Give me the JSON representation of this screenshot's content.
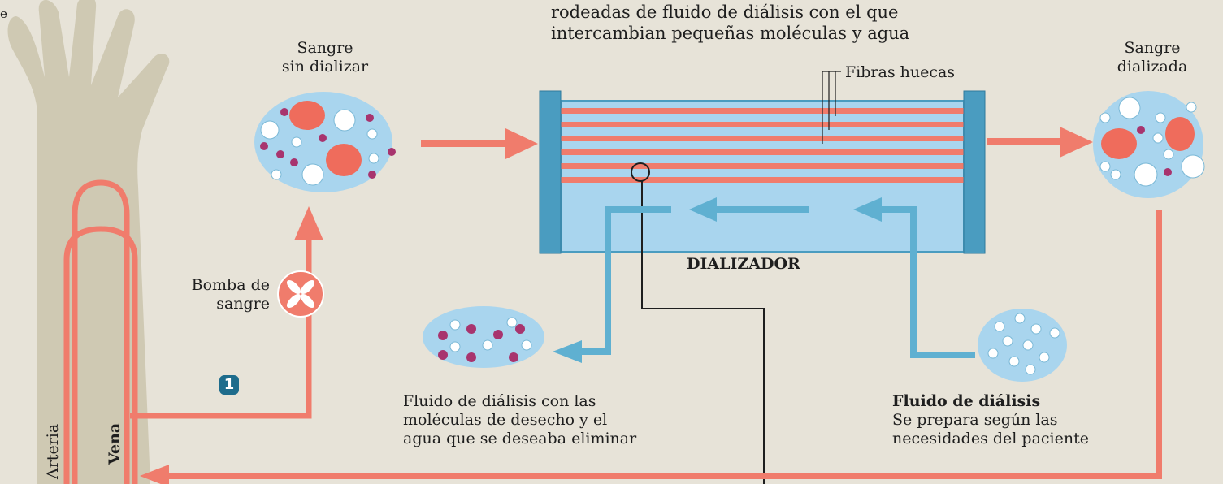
{
  "caption": {
    "line1": "rodeadas de fluido de diálisis con el que",
    "line2": "intercambian pequeñas moléculas y agua"
  },
  "edge_letter": "e",
  "blood_in": {
    "line1": "Sangre",
    "line2": "sin dializar"
  },
  "blood_out": {
    "line1": "Sangre",
    "line2": "dializada"
  },
  "fibers_label": "Fibras huecas",
  "dialyzer_label": "DIALIZADOR",
  "pump_label": {
    "line1": "Bomba de",
    "line2": "sangre"
  },
  "step_number": "1",
  "waste_fluid": {
    "line1": "Fluido de diálisis con las",
    "line2": "moléculas de desecho y el",
    "line3": "agua que se deseaba eliminar"
  },
  "fresh_fluid": {
    "title": "Fluido de diálisis",
    "line1": "Se prepara según las",
    "line2": "necesidades del paciente"
  },
  "arm_labels": {
    "artery": "Arteria",
    "vein": "Vena"
  },
  "colors": {
    "background": "#e7e3d8",
    "arm": "#cfc9b3",
    "blood_line": "#f07c6c",
    "dialysate_line": "#5fb0d1",
    "dialysate_fill": "#a9d5ee",
    "red_cell": "#ef6c5c",
    "waste_molecule": "#a8346e",
    "cap": "#4a9cc0"
  }
}
